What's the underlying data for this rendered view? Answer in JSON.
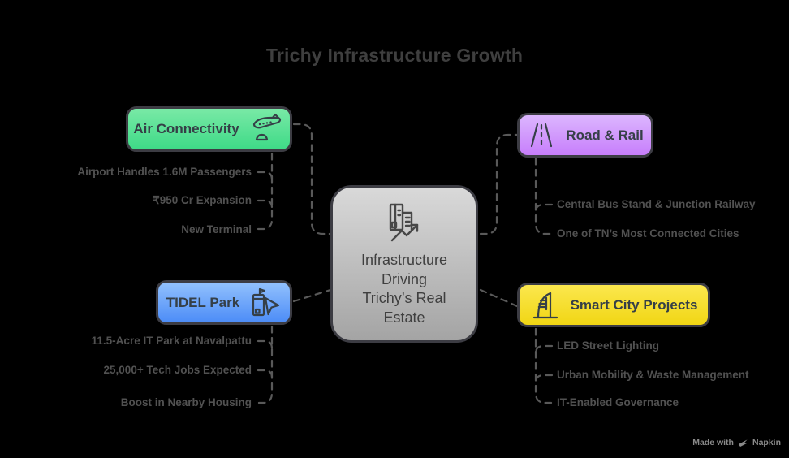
{
  "title": "Trichy Infrastructure Growth",
  "central": {
    "icon": "city-growth-icon",
    "label": "Infrastructure Driving Trichy’s Real Estate",
    "lines": [
      "Infrastructure",
      "Driving",
      "Trichy’s Real",
      "Estate"
    ]
  },
  "branches": [
    {
      "label": "Air Connectivity",
      "icon": "airplane-cloud-icon",
      "accent_top": "#79e9a6",
      "accent_bottom": "#3eda87",
      "items": [
        "Airport Handles 1.6M Passengers",
        "₹950 Cr Expansion",
        "New Terminal"
      ]
    },
    {
      "label": "Road & Rail",
      "icon": "road-icon",
      "accent_top": "#dcb6fe",
      "accent_bottom": "#c77efb",
      "items": [
        "Central Bus Stand & Junction Railway",
        "One of TN’s Most Connected Cities"
      ]
    },
    {
      "label": "TIDEL Park",
      "icon": "building-navigation-icon",
      "accent_top": "#92c1fd",
      "accent_bottom": "#4c8cf7",
      "items": [
        "11.5-Acre IT Park at Navalpattu",
        "25,000+ Tech Jobs Expected",
        "Boost in Nearby Housing"
      ]
    },
    {
      "label": "Smart City Projects",
      "icon": "sail-building-icon",
      "accent_top": "#fbe74e",
      "accent_bottom": "#f1d614",
      "items": [
        "LED Street Lighting",
        "Urban Mobility & Waste Management",
        "IT-Enabled Governance"
      ]
    }
  ],
  "watermark": {
    "prefix": "Made with",
    "brand": "Napkin"
  },
  "colors": {
    "background": "#000000",
    "connector": "#595959",
    "node_border": "#3c3c43",
    "title_text": "#3f3f3f",
    "item_text": "#515151",
    "central_top": "#d9d9d9",
    "central_bottom": "#a4a4a4"
  }
}
